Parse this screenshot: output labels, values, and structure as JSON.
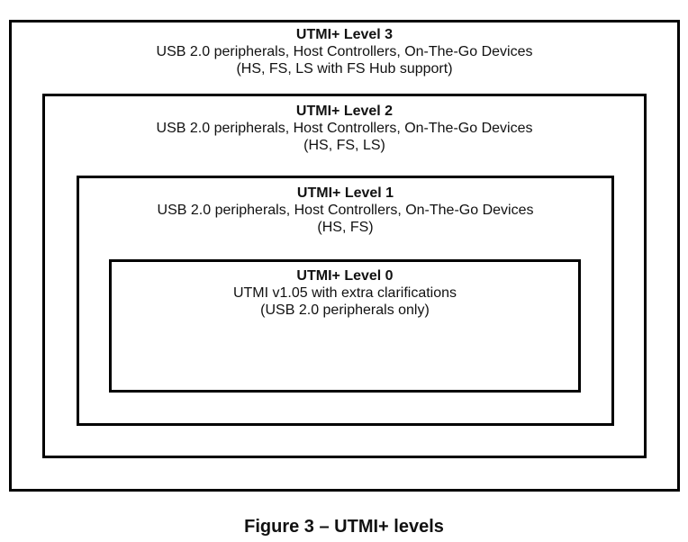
{
  "diagram": {
    "caption": "Figure 3 – UTMI+ levels",
    "colors": {
      "border": "#000000",
      "text": "#111111",
      "background": "#ffffff"
    },
    "levels": [
      {
        "title": "UTMI+ Level 3",
        "line1": "USB 2.0 peripherals, Host Controllers, On-The-Go Devices",
        "line2": "(HS, FS, LS with FS Hub support)"
      },
      {
        "title": "UTMI+ Level 2",
        "line1": "USB 2.0 peripherals, Host Controllers, On-The-Go Devices",
        "line2": "(HS, FS, LS)"
      },
      {
        "title": "UTMI+ Level 1",
        "line1": "USB 2.0 peripherals, Host Controllers, On-The-Go Devices",
        "line2": "(HS, FS)"
      },
      {
        "title": "UTMI+ Level 0",
        "line1": "UTMI v1.05 with extra clarifications",
        "line2": "(USB 2.0 peripherals only)"
      }
    ]
  }
}
